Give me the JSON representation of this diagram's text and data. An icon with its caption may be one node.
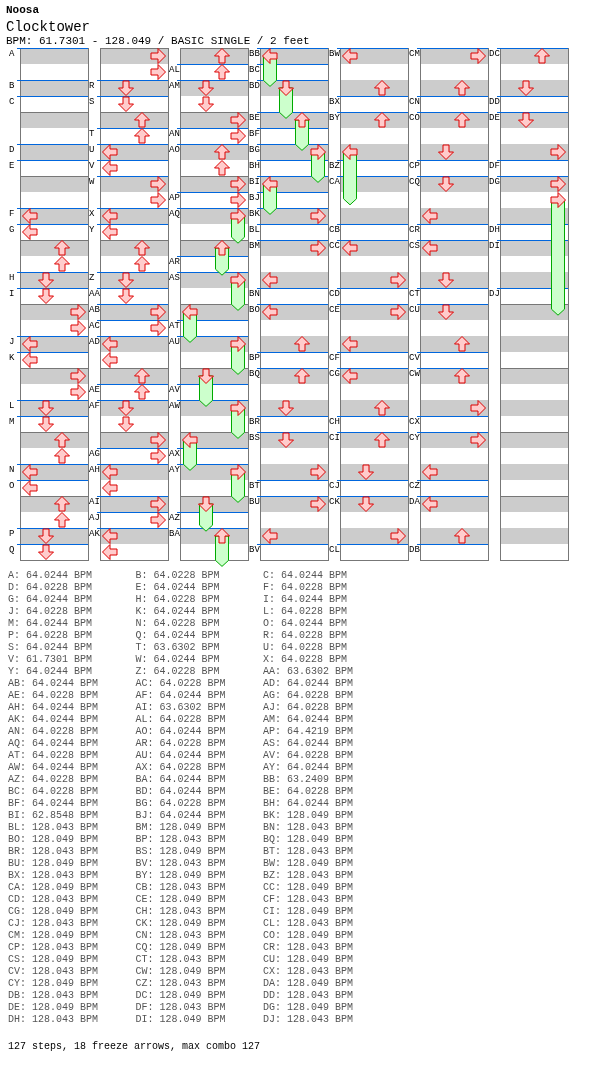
{
  "diagram": {
    "title": "Clocktower",
    "labels": [
      "Noosa",
      "BPM: 61.7301 - 128.049 / BASIC SINGLE / 2 feet",
      "A",
      "B",
      "C",
      "D",
      "E",
      "F",
      "G",
      "H",
      "I",
      "J",
      "K",
      "L",
      "M",
      "N",
      "O",
      "P",
      "Q",
      "R",
      "S",
      "T",
      "U",
      "V",
      "W",
      "X",
      "Y",
      "Z",
      "AA",
      "AB",
      "AC",
      "AD",
      "AE",
      "AF",
      "AG",
      "AH",
      "AI",
      "AJ",
      "AK",
      "AL",
      "AM",
      "AN",
      "AO",
      "AP",
      "AQ",
      "AR",
      "AS",
      "AT",
      "AU",
      "AV",
      "AW",
      "AX",
      "AY",
      "AZ",
      "BA",
      "BB",
      "BC",
      "BD",
      "BE",
      "BF",
      "BG",
      "BH",
      "BI",
      "BJ",
      "BK",
      "BL",
      "BM",
      "BN",
      "BO",
      "BP",
      "BQ",
      "BR",
      "BS",
      "BT",
      "BU",
      "BV",
      "BW",
      "BX",
      "BY",
      "BZ",
      "CA",
      "CB",
      "CC",
      "CD",
      "CE",
      "CF",
      "CG",
      "CH",
      "CI",
      "CJ",
      "CK",
      "CL",
      "CM",
      "CN",
      "CO",
      "CP",
      "CQ",
      "CR",
      "CS",
      "CT",
      "CU",
      "CV",
      "CW",
      "CX",
      "CY",
      "CZ",
      "DA",
      "DB",
      "DC",
      "DD",
      "DE",
      "DF",
      "DG",
      "DH",
      "DI",
      "DJ",
      "A: 64.0244 BPM",
      "B: 64.0228 BPM",
      "C: 64.0244 BPM",
      "D: 64.0228 BPM",
      "E: 64.0244 BPM",
      "F: 64.0228 BPM",
      "G: 64.0244 BPM",
      "H: 64.0228 BPM",
      "I: 64.0244 BPM",
      "J: 64.0228 BPM",
      "K: 64.0244 BPM",
      "L: 64.0228 BPM",
      "M: 64.0244 BPM",
      "N: 64.0228 BPM",
      "O: 64.0244 BPM",
      "P: 64.0228 BPM",
      "Q: 64.0244 BPM",
      "R: 64.0228 BPM",
      "S: 64.0244 BPM",
      "T: 63.6302 BPM",
      "U: 64.0228 BPM",
      "V: 61.7301 BPM",
      "W: 64.0244 BPM",
      "X: 64.0228 BPM",
      "Y: 64.0244 BPM",
      "Z: 64.0228 BPM",
      "AA: 63.6302 BPM",
      "AB: 64.0244 BPM",
      "AC: 64.0228 BPM",
      "AD: 64.0244 BPM",
      "AE: 64.0228 BPM",
      "AF: 64.0244 BPM",
      "AG: 64.0228 BPM",
      "AH: 64.0244 BPM",
      "AI: 63.6302 BPM",
      "AJ: 64.0228 BPM",
      "AK: 64.0244 BPM",
      "AL: 64.0228 BPM",
      "AM: 64.0244 BPM",
      "AN: 64.0228 BPM",
      "AO: 64.0244 BPM",
      "AP: 64.4219 BPM",
      "AQ: 64.0244 BPM",
      "AR: 64.0228 BPM",
      "AS: 64.0244 BPM",
      "AT: 64.0228 BPM",
      "AU: 64.0244 BPM",
      "AV: 64.0228 BPM",
      "AW: 64.0244 BPM",
      "AX: 64.0228 BPM",
      "AY: 64.0244 BPM",
      "AZ: 64.0228 BPM",
      "BA: 64.0244 BPM",
      "BB: 63.2409 BPM",
      "BC: 64.0228 BPM",
      "BD: 64.0244 BPM",
      "BE: 64.0228 BPM",
      "BF: 64.0244 BPM",
      "BG: 64.0228 BPM",
      "BH: 64.0244 BPM",
      "BI: 62.8548 BPM",
      "BJ: 64.0244 BPM",
      "BK: 128.049 BPM",
      "BL: 128.043 BPM",
      "BM: 128.049 BPM",
      "BN: 128.043 BPM",
      "BO: 128.049 BPM",
      "BP: 128.043 BPM",
      "BQ: 128.049 BPM",
      "BR: 128.043 BPM",
      "BS: 128.049 BPM",
      "BT: 128.043 BPM",
      "BU: 128.049 BPM",
      "BV: 128.043 BPM",
      "BW: 128.049 BPM",
      "BX: 128.043 BPM",
      "BY: 128.049 BPM",
      "BZ: 128.043 BPM",
      "CA: 128.049 BPM",
      "CB: 128.043 BPM",
      "CC: 128.049 BPM",
      "CD: 128.043 BPM",
      "CE: 128.049 BPM",
      "CF: 128.043 BPM",
      "CG: 128.049 BPM",
      "CH: 128.043 BPM",
      "CI: 128.049 BPM",
      "CJ: 128.043 BPM",
      "CK: 128.049 BPM",
      "CL: 128.043 BPM",
      "CM: 128.049 BPM",
      "CN: 128.043 BPM",
      "CO: 128.049 BPM",
      "CP: 128.043 BPM",
      "CQ: 128.049 BPM",
      "CR: 128.043 BPM",
      "CS: 128.049 BPM",
      "CT: 128.043 BPM",
      "CU: 128.049 BPM",
      "CV: 128.043 BPM",
      "CW: 128.049 BPM",
      "CX: 128.043 BPM",
      "CY: 128.049 BPM",
      "CZ: 128.043 BPM",
      "DA: 128.049 BPM",
      "DB: 128.043 BPM",
      "DC: 128.049 BPM",
      "DD: 128.043 BPM",
      "DE: 128.049 BPM",
      "DF: 128.043 BPM",
      "DG: 128.049 BPM",
      "DH: 128.043 BPM",
      "DI: 128.049 BPM",
      "DJ: 128.043 BPM",
      "127 steps, 18 freeze arrows, max combo 127"
    ]
  }
}
